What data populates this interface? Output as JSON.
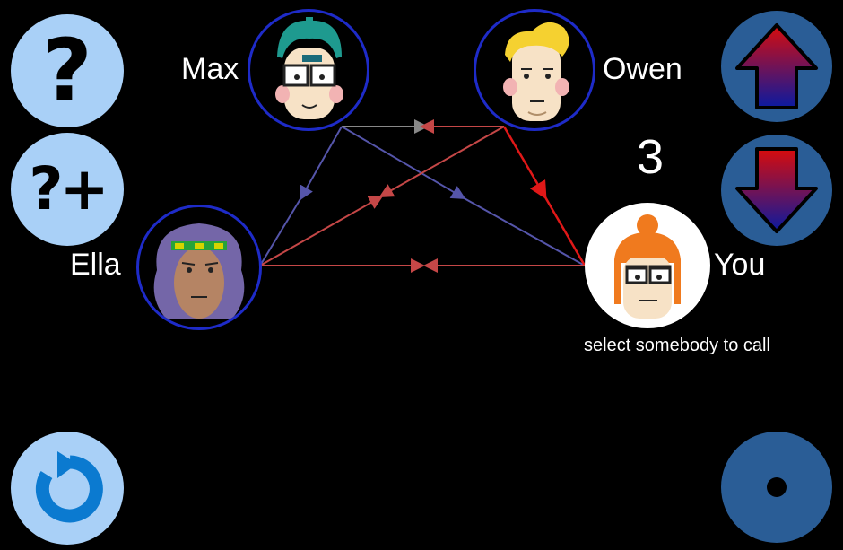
{
  "players": [
    {
      "id": "max",
      "name": "Max",
      "icon": "teal-hair-glasses-boy-avatar"
    },
    {
      "id": "owen",
      "name": "Owen",
      "icon": "blonde-boy-avatar"
    },
    {
      "id": "ella",
      "name": "Ella",
      "icon": "purple-hair-headband-girl-avatar"
    },
    {
      "id": "you",
      "name": "You",
      "icon": "orange-hair-glasses-girl-avatar"
    }
  ],
  "counter": "3",
  "status": "select somebody to call",
  "buttons": {
    "help": {
      "glyph": "?",
      "icon": "question-mark-icon"
    },
    "help_plus": {
      "glyph": "?+",
      "icon": "question-plus-icon"
    },
    "up": {
      "icon": "arrow-up-icon"
    },
    "down": {
      "icon": "arrow-down-icon"
    },
    "reset": {
      "icon": "refresh-icon"
    },
    "record": {
      "icon": "dot-icon"
    }
  },
  "colors": {
    "background": "#000000",
    "light_button": "#a9d0f7",
    "dark_button": "#2a5d96",
    "avatar_ring": "#1e2bc8",
    "link_red": "#c54747",
    "link_blue": "#5555aa",
    "link_gray": "#888888",
    "link_bright_red": "#e01818"
  }
}
